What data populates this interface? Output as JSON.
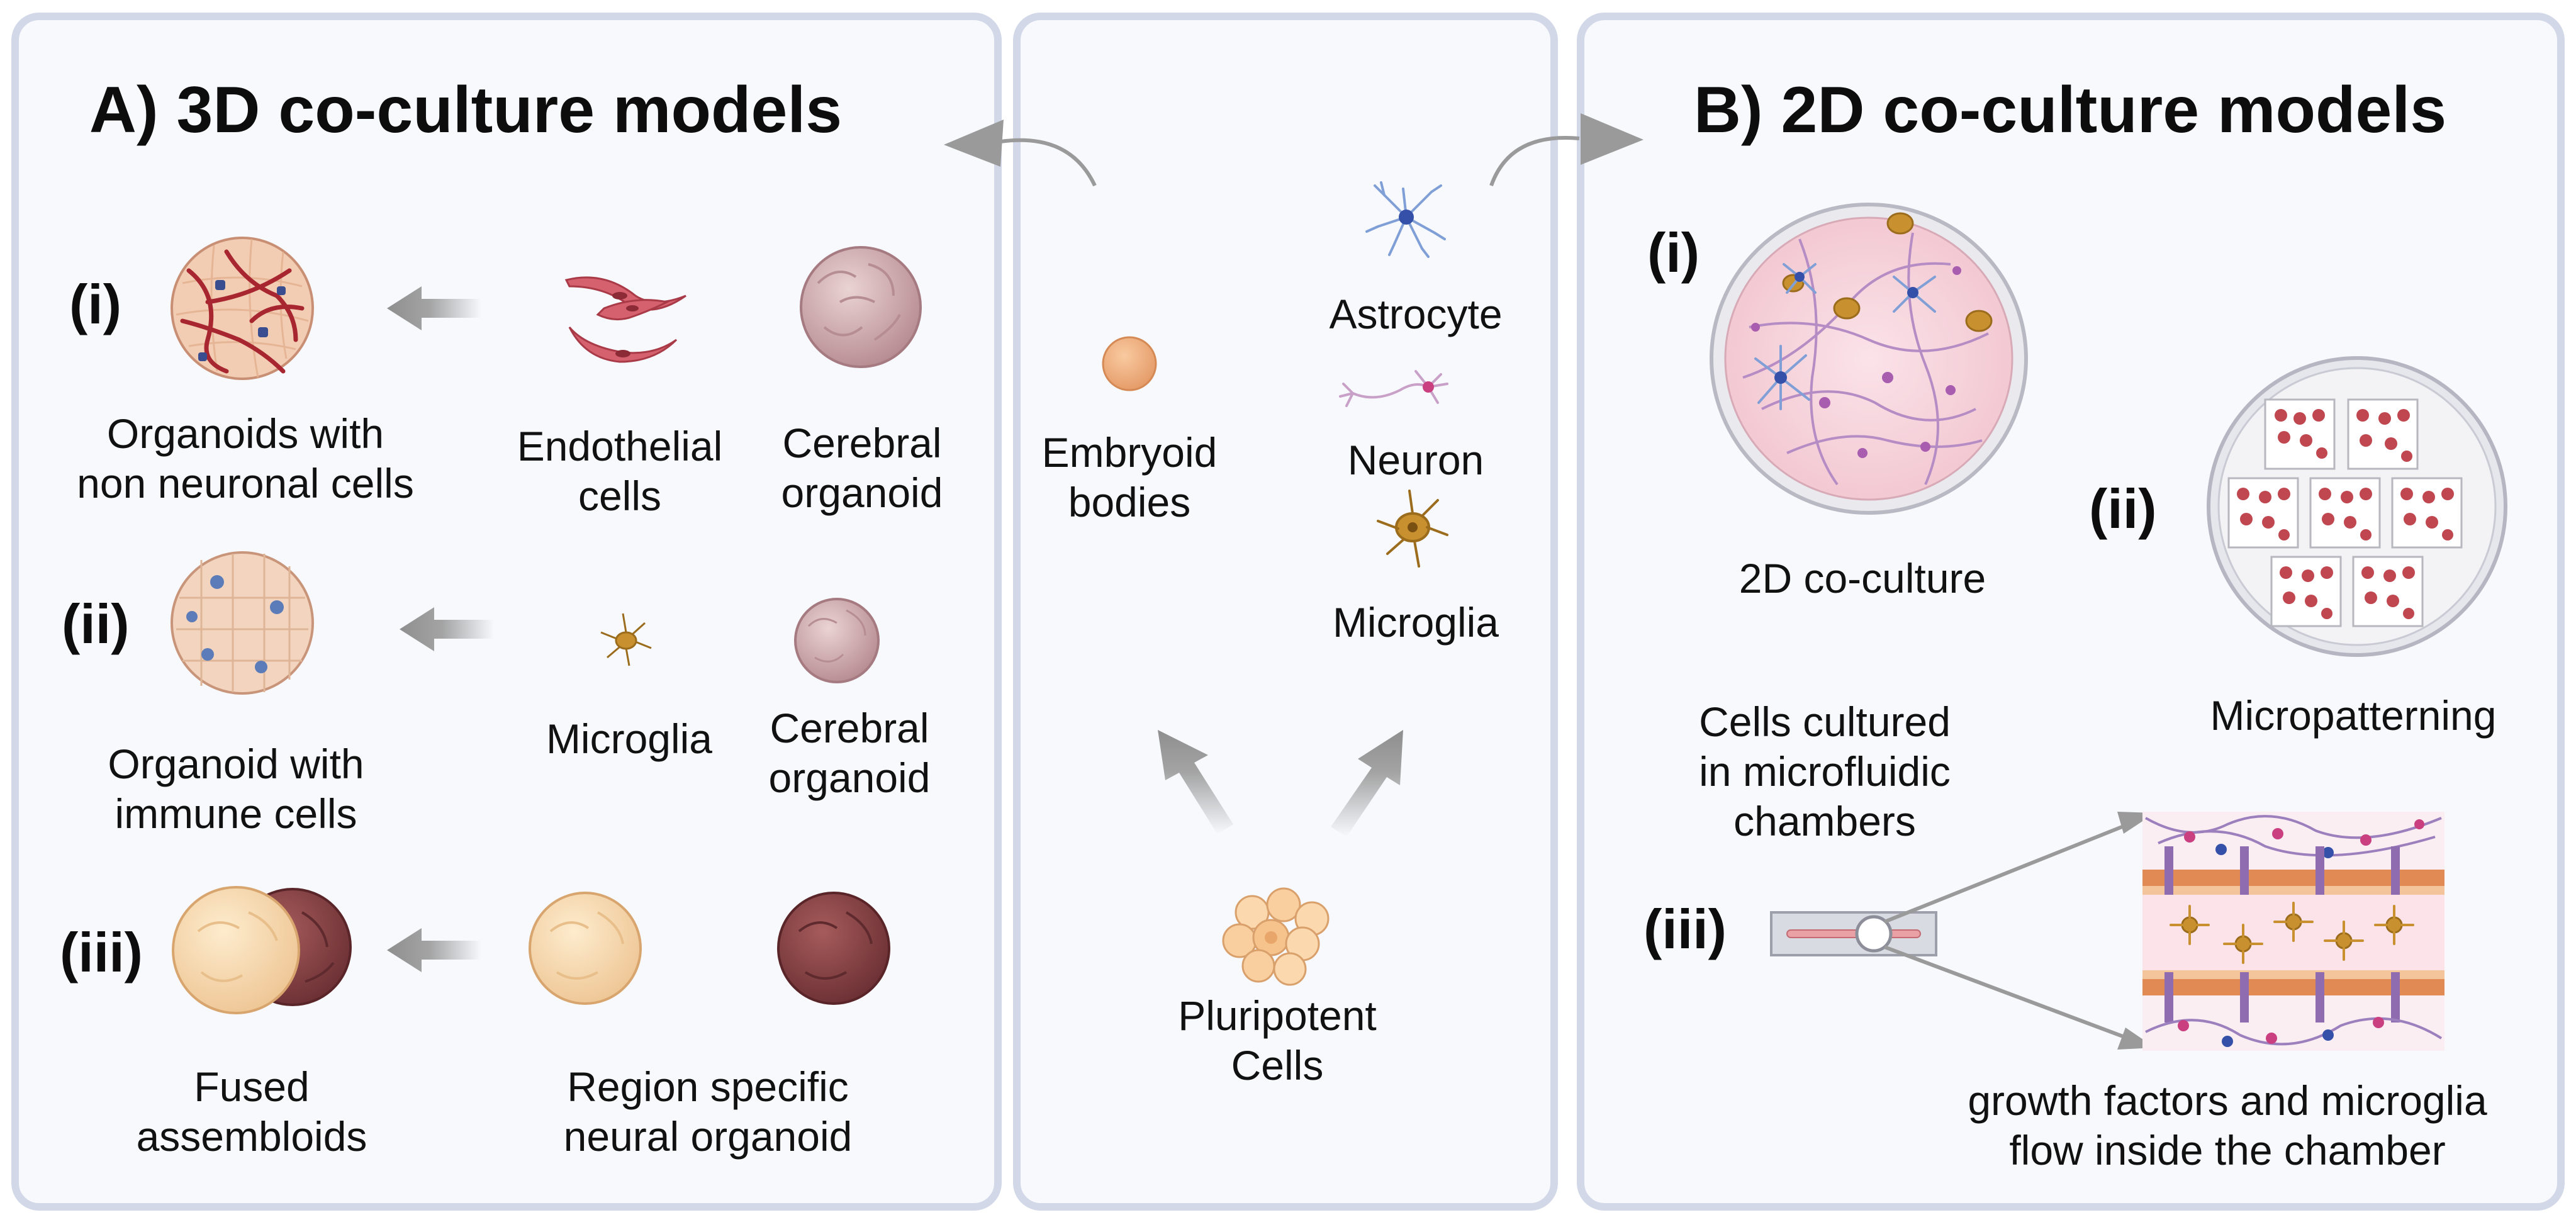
{
  "panels": {
    "a": {
      "title": "A) 3D co-culture models",
      "rows": [
        {
          "num": "(i)",
          "result": "Organoids with\nnon neuronal cells",
          "mid": "Endothelial\ncells",
          "right": "Cerebral\norganoid"
        },
        {
          "num": "(ii)",
          "result": "Organoid with\nimmune cells",
          "mid": "Microglia",
          "right": "Cerebral\norganoid"
        },
        {
          "num": "(iii)",
          "result": "Fused\nassembloids",
          "mid": "Region specific\nneural organoid"
        }
      ]
    },
    "center": {
      "embryoid": "Embryoid\nbodies",
      "astrocyte": "Astrocyte",
      "neuron": "Neuron",
      "microglia": "Microglia",
      "pluripotent": "Pluripotent\nCells"
    },
    "b": {
      "title": "B) 2D co-culture models",
      "i_num": "(i)",
      "i_label": "2D co-culture",
      "ii_num": "(ii)",
      "ii_label": "Micropatterning",
      "iii_num": "(iii)",
      "iii_top": "Cells cultured\nin microfluidic\nchambers",
      "iii_bottom": "growth factors and microglia\nflow inside the chamber"
    }
  },
  "colors": {
    "panel_bg": "#f7f9fd",
    "panel_border": "#d2d8e8",
    "arrow_gray": "#9a9a9a",
    "organoid_pink": "#c9a3a7",
    "vessel_red": "#b23a48",
    "microglia_orange": "#c8902e",
    "astrocyte_blue": "#7f9fd6",
    "assembloid_cream": "#f6d7a7",
    "assembloid_dark": "#8a4a45"
  }
}
